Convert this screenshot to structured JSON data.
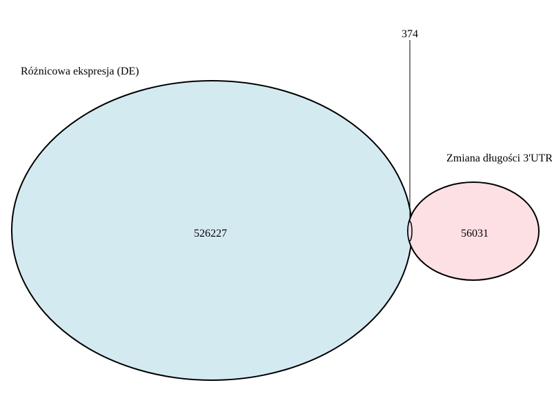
{
  "sets": [
    {
      "label": "Różnicowa ekspresja (DE)",
      "only_count": "526227",
      "fill": "#d4eaf1"
    },
    {
      "label": "Zmiana długości 3'UTR",
      "only_count": "56031",
      "fill": "#fde0e4"
    }
  ],
  "intersection": {
    "count": "374"
  },
  "stroke_color": "#000000"
}
